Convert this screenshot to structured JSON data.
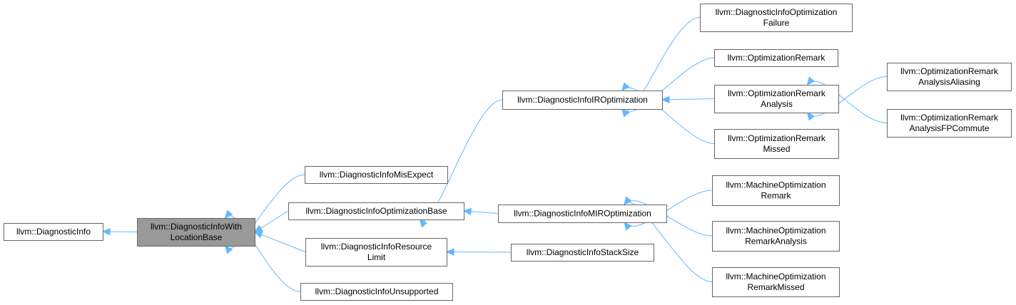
{
  "diagram": {
    "colors": {
      "edge": "#63b8ff",
      "node_border": "#666666",
      "node_fill": "#ffffff",
      "current_fill": "#999999"
    },
    "nodes": [
      {
        "id": "DI",
        "lines": [
          "llvm::DiagnosticInfo"
        ]
      },
      {
        "id": "DIWLB",
        "lines": [
          "llvm::DiagnosticInfoWith",
          "LocationBase"
        ],
        "current": true
      },
      {
        "id": "DIME",
        "lines": [
          "llvm::DiagnosticInfoMisExpect"
        ]
      },
      {
        "id": "DIOB",
        "lines": [
          "llvm::DiagnosticInfoOptimizationBase"
        ]
      },
      {
        "id": "DIRL",
        "lines": [
          "llvm::DiagnosticInfoResource",
          "Limit"
        ]
      },
      {
        "id": "DIU",
        "lines": [
          "llvm::DiagnosticInfoUnsupported"
        ]
      },
      {
        "id": "DIIRO",
        "lines": [
          "llvm::DiagnosticInfoIROptimization"
        ]
      },
      {
        "id": "DIMIRO",
        "lines": [
          "llvm::DiagnosticInfoMIROptimization"
        ]
      },
      {
        "id": "DISS",
        "lines": [
          "llvm::DiagnosticInfoStackSize"
        ]
      },
      {
        "id": "DIOF",
        "lines": [
          "llvm::DiagnosticInfoOptimization",
          "Failure"
        ]
      },
      {
        "id": "OR",
        "lines": [
          "llvm::OptimizationRemark"
        ]
      },
      {
        "id": "ORA",
        "lines": [
          "llvm::OptimizationRemark",
          "Analysis"
        ]
      },
      {
        "id": "ORM",
        "lines": [
          "llvm::OptimizationRemark",
          "Missed"
        ]
      },
      {
        "id": "ORAA",
        "lines": [
          "llvm::OptimizationRemark",
          "AnalysisAliasing"
        ]
      },
      {
        "id": "ORAF",
        "lines": [
          "llvm::OptimizationRemark",
          "AnalysisFPCommute"
        ]
      },
      {
        "id": "MOR",
        "lines": [
          "llvm::MachineOptimization",
          "Remark"
        ]
      },
      {
        "id": "MORA",
        "lines": [
          "llvm::MachineOptimization",
          "RemarkAnalysis"
        ]
      },
      {
        "id": "MORM",
        "lines": [
          "llvm::MachineOptimization",
          "RemarkMissed"
        ]
      }
    ],
    "edges": [
      {
        "from": "DIWLB",
        "to": "DI"
      },
      {
        "from": "DIME",
        "to": "DIWLB"
      },
      {
        "from": "DIOB",
        "to": "DIWLB"
      },
      {
        "from": "DIRL",
        "to": "DIWLB"
      },
      {
        "from": "DIU",
        "to": "DIWLB"
      },
      {
        "from": "DIIRO",
        "to": "DIOB"
      },
      {
        "from": "DIMIRO",
        "to": "DIOB"
      },
      {
        "from": "DISS",
        "to": "DIRL"
      },
      {
        "from": "DIOF",
        "to": "DIIRO"
      },
      {
        "from": "OR",
        "to": "DIIRO"
      },
      {
        "from": "ORA",
        "to": "DIIRO"
      },
      {
        "from": "ORM",
        "to": "DIIRO"
      },
      {
        "from": "ORAA",
        "to": "ORA"
      },
      {
        "from": "ORAF",
        "to": "ORA"
      },
      {
        "from": "MOR",
        "to": "DIMIRO"
      },
      {
        "from": "MORA",
        "to": "DIMIRO"
      },
      {
        "from": "MORM",
        "to": "DIMIRO"
      }
    ]
  }
}
